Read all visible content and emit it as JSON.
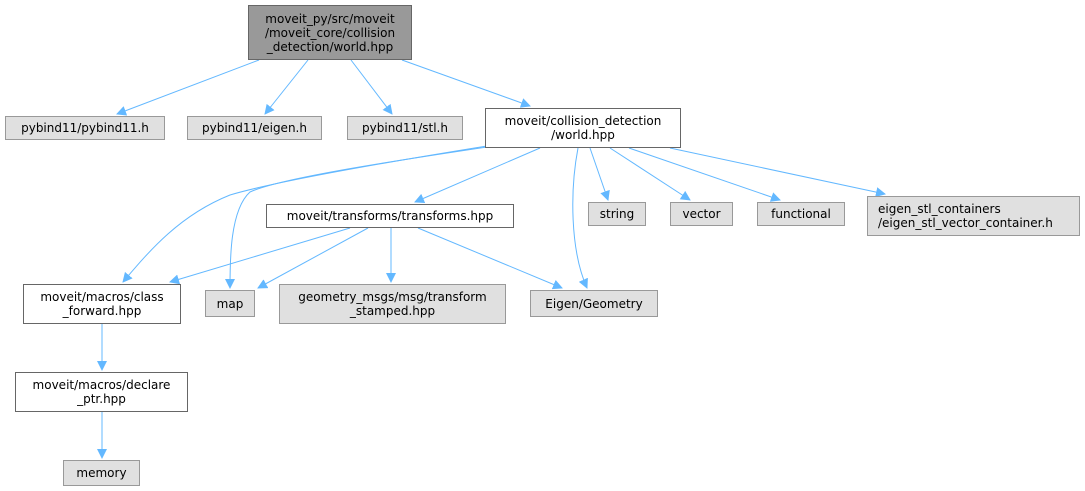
{
  "diagram": {
    "type": "include-dependency-graph",
    "edge_color": "#63b8ff",
    "node_styles": {
      "root": {
        "fill": "#999999",
        "stroke": "#666666"
      },
      "documented": {
        "fill": "#ffffff",
        "stroke": "#666666"
      },
      "external": {
        "fill": "#e0e0e0",
        "stroke": "#999999"
      }
    },
    "nodes": [
      {
        "id": "root",
        "kind": "root",
        "lines": [
          "moveit_py/src/moveit",
          "/moveit_core/collision",
          "_detection/world.hpp"
        ]
      },
      {
        "id": "pybind11",
        "kind": "external",
        "lines": [
          "pybind11/pybind11.h"
        ]
      },
      {
        "id": "pybind_eigen",
        "kind": "external",
        "lines": [
          "pybind11/eigen.h"
        ]
      },
      {
        "id": "pybind_stl",
        "kind": "external",
        "lines": [
          "pybind11/stl.h"
        ]
      },
      {
        "id": "world",
        "kind": "documented",
        "lines": [
          "moveit/collision_detection",
          "/world.hpp"
        ]
      },
      {
        "id": "transforms",
        "kind": "documented",
        "lines": [
          "moveit/transforms/transforms.hpp"
        ]
      },
      {
        "id": "string",
        "kind": "external",
        "lines": [
          "string"
        ]
      },
      {
        "id": "vector",
        "kind": "external",
        "lines": [
          "vector"
        ]
      },
      {
        "id": "functional",
        "kind": "external",
        "lines": [
          "functional"
        ]
      },
      {
        "id": "eigen_stl",
        "kind": "external",
        "lines": [
          "eigen_stl_containers",
          "/eigen_stl_vector_container.h"
        ]
      },
      {
        "id": "class_forward",
        "kind": "documented",
        "lines": [
          "moveit/macros/class",
          "_forward.hpp"
        ]
      },
      {
        "id": "map",
        "kind": "external",
        "lines": [
          "map"
        ]
      },
      {
        "id": "transform_stamped",
        "kind": "external",
        "lines": [
          "geometry_msgs/msg/transform",
          "_stamped.hpp"
        ]
      },
      {
        "id": "eigen_geometry",
        "kind": "external",
        "lines": [
          "Eigen/Geometry"
        ]
      },
      {
        "id": "declare_ptr",
        "kind": "documented",
        "lines": [
          "moveit/macros/declare",
          "_ptr.hpp"
        ]
      },
      {
        "id": "memory",
        "kind": "external",
        "lines": [
          "memory"
        ]
      }
    ],
    "edges": [
      {
        "from": "root",
        "to": "pybind11"
      },
      {
        "from": "root",
        "to": "pybind_eigen"
      },
      {
        "from": "root",
        "to": "pybind_stl"
      },
      {
        "from": "root",
        "to": "world"
      },
      {
        "from": "world",
        "to": "class_forward"
      },
      {
        "from": "world",
        "to": "map"
      },
      {
        "from": "world",
        "to": "transforms"
      },
      {
        "from": "world",
        "to": "eigen_geometry"
      },
      {
        "from": "world",
        "to": "string"
      },
      {
        "from": "world",
        "to": "vector"
      },
      {
        "from": "world",
        "to": "functional"
      },
      {
        "from": "world",
        "to": "eigen_stl"
      },
      {
        "from": "transforms",
        "to": "class_forward"
      },
      {
        "from": "transforms",
        "to": "map"
      },
      {
        "from": "transforms",
        "to": "transform_stamped"
      },
      {
        "from": "transforms",
        "to": "eigen_geometry"
      },
      {
        "from": "class_forward",
        "to": "declare_ptr"
      },
      {
        "from": "declare_ptr",
        "to": "memory"
      }
    ]
  }
}
